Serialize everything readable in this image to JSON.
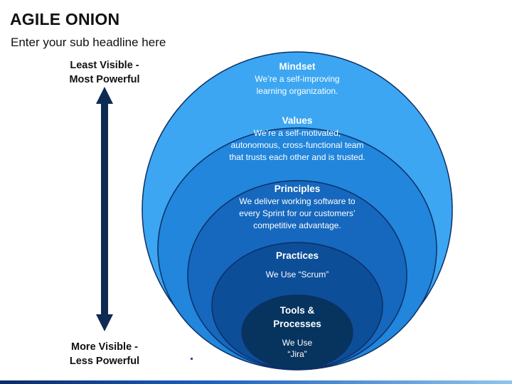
{
  "header": {
    "title": "AGILE ONION",
    "subtitle": "Enter your sub headline here"
  },
  "scale": {
    "top_label": [
      "Least Visible -",
      "Most Powerful"
    ],
    "bottom_label": [
      "More Visible -",
      "Less Powerful"
    ]
  },
  "layers": [
    {
      "title": "Mindset",
      "description": [
        "We’re a self-improving",
        "learning organization."
      ],
      "color": "#3ca6f2"
    },
    {
      "title": "Values",
      "description": [
        "We’re a self-motivated,",
        "autonomous, cross-functional team",
        "that trusts each other and is trusted."
      ],
      "color": "#2186dc"
    },
    {
      "title": "Principles",
      "description": [
        "We deliver working software to",
        "every Sprint for our customers’",
        "competitive advantage."
      ],
      "color": "#1568bd"
    },
    {
      "title": "Practices",
      "description": [
        "We Use “Scrum”"
      ],
      "color": "#0d4e98"
    },
    {
      "title": [
        "Tools &",
        "Processes"
      ],
      "description": [
        "We Use",
        "“Jira”"
      ],
      "color": "#07335f"
    }
  ],
  "colors": {
    "arrow": "#0f2a52",
    "ring_stroke": "#0d2f66"
  }
}
